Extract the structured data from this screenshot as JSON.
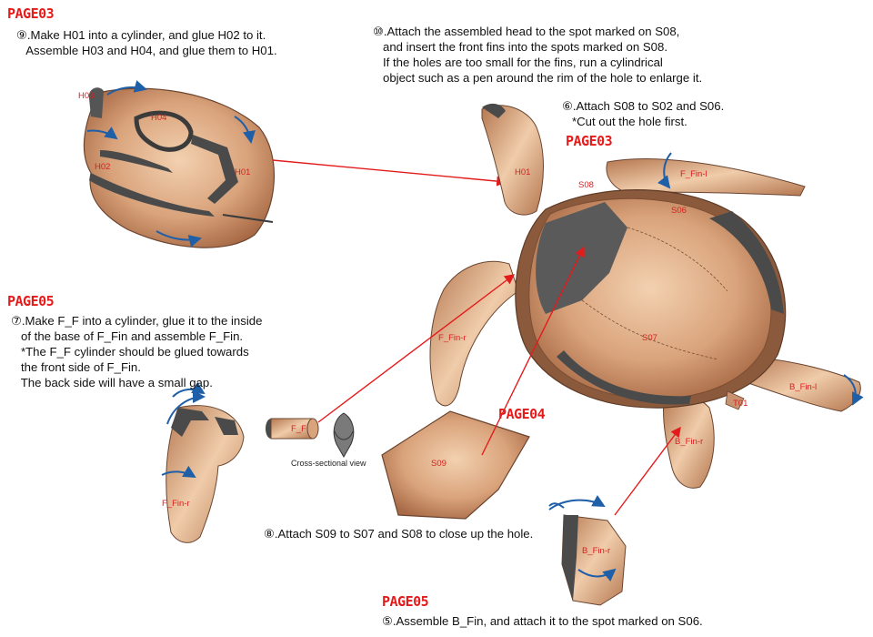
{
  "pages": {
    "top_left": "PAGE03",
    "mid_right": "PAGE03",
    "left_mid": "PAGE05",
    "center": "PAGE04",
    "bottom": "PAGE05"
  },
  "steps": {
    "step9": "⑨.Make H01 into a cylinder, and glue H02 to it.\n   Assemble H03 and H04, and glue them to H01.",
    "step10": "⑩.Attach the assembled head to the spot marked on S08,\n   and insert the front fins into the spots marked on S08.\n   If the holes are too small for the fins, run a cylindrical\n   object such as a pen around the rim of the hole to enlarge it.",
    "step6": "⑥.Attach S08 to S02 and S06.\n   *Cut out the hole first.",
    "step7": "⑦.Make F_F into a cylinder, glue it to the inside\n   of the base of F_Fin and assemble F_Fin.\n   *The F_F cylinder should be glued towards\n   the front side of F_Fin.\n   The back side will have a small gap.",
    "step8": "⑧.Attach S09 to S07 and S08 to close up the hole.",
    "step5": "⑤.Assemble B_Fin, and attach it to the spot marked on S06."
  },
  "parts": {
    "h03": "H03",
    "h04": "H04",
    "h02": "H02",
    "h01_head": "H01",
    "h01_turtle": "H01",
    "s08": "S08",
    "s06": "S06",
    "s07": "S07",
    "f_fin_l": "F_Fin-l",
    "f_fin_r_turtle": "F_Fin-r",
    "b_fin_l": "B_Fin-l",
    "t01": "T01",
    "b_fin_r_turtle": "B_Fin-r",
    "f_fin_r_detail": "F_Fin-r",
    "f_f": "F_F",
    "s09": "S09",
    "b_fin_r_detail": "B_Fin-r"
  },
  "cross_section_caption": "Cross-sectional view",
  "colors": {
    "accent_red": "#e41b1b",
    "arrow_blue": "#1f5fa8",
    "paper_tan": "#d9a37b",
    "shell_gray": "#5a5a5a"
  }
}
